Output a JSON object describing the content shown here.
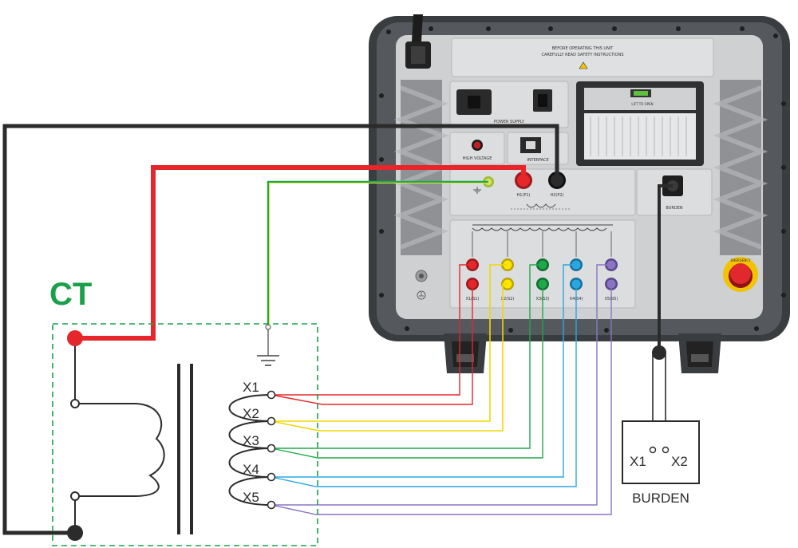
{
  "colors": {
    "red": "#e5262b",
    "black": "#2b2b2b",
    "green_yellow": "#7cc242",
    "yellow": "#ffe600",
    "green": "#1fa84a",
    "blue": "#2aa7e0",
    "purple": "#8b74c4",
    "ct_green": "#1aa04b",
    "panel": "#d9dadb",
    "case": "#3a3d40"
  },
  "ct": {
    "title": "CT",
    "taps": [
      "X1",
      "X2",
      "X3",
      "X4",
      "X5"
    ]
  },
  "burden": {
    "label": "BURDEN",
    "terminals": [
      "X1",
      "X2"
    ]
  },
  "device": {
    "warning_line1": "BEFORE OPERATING THIS UNIT",
    "warning_line2": "CAREFULLY READ SAFETY INSTRUCTIONS",
    "power_supply": "POWER SUPPLY",
    "high_voltage": "HIGH VOLTAGE",
    "interface": "INTERFACE",
    "h1_label": "H1(P1)",
    "h2_label": "H2(P2)",
    "burden_port": "BURDEN",
    "x_labels": [
      "X1(S1)",
      "X2(S2)",
      "X3(S3)",
      "X4(S4)",
      "X5(S5)"
    ],
    "emergency": "EMERGENCY",
    "printer_label": "LIFT TO OPEN"
  },
  "icons": [
    "ground-symbol-icon",
    "warning-triangle-icon",
    "power-socket-icon",
    "power-switch-icon",
    "usb-port-icon",
    "emergency-stop-icon"
  ]
}
